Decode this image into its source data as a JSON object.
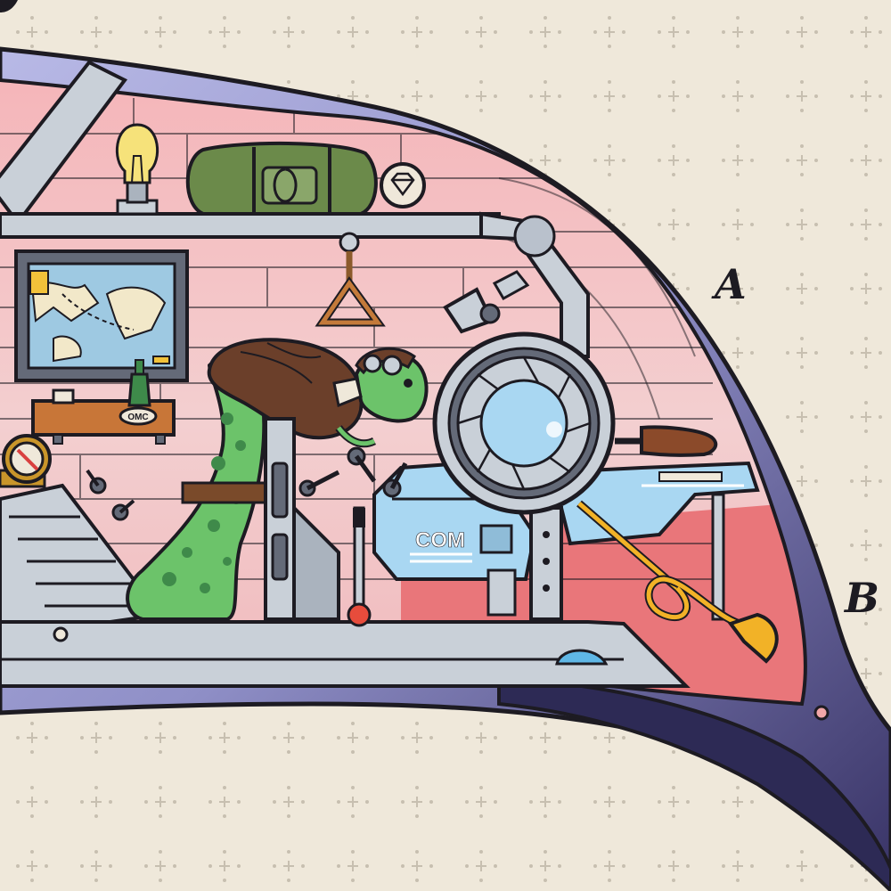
{
  "labels": {
    "a": "A",
    "b": "B"
  },
  "device": {
    "brand_text": "COM",
    "sticker_text": "OMC"
  },
  "colors": {
    "paper": "#efe8da",
    "hull_outline": "#1d1b22",
    "hull_band": "#8f8fc7",
    "interior_pink": "#f2c3c4",
    "interior_red": "#e9767a",
    "steel": "#c9d0d8",
    "caterpillar_green": "#6cc36a",
    "jacket_brown": "#6b3f2a",
    "bugle_gold": "#f2b227",
    "porthole_glass": "#a9d7f2"
  },
  "icons": [
    "light-bulb-icon",
    "sleeping-bag-icon",
    "diamond-badge-icon",
    "map-icon",
    "bottle-icon",
    "compass-icon",
    "lamp-icon",
    "bugle-icon",
    "gear-icon",
    "porthole-icon"
  ]
}
